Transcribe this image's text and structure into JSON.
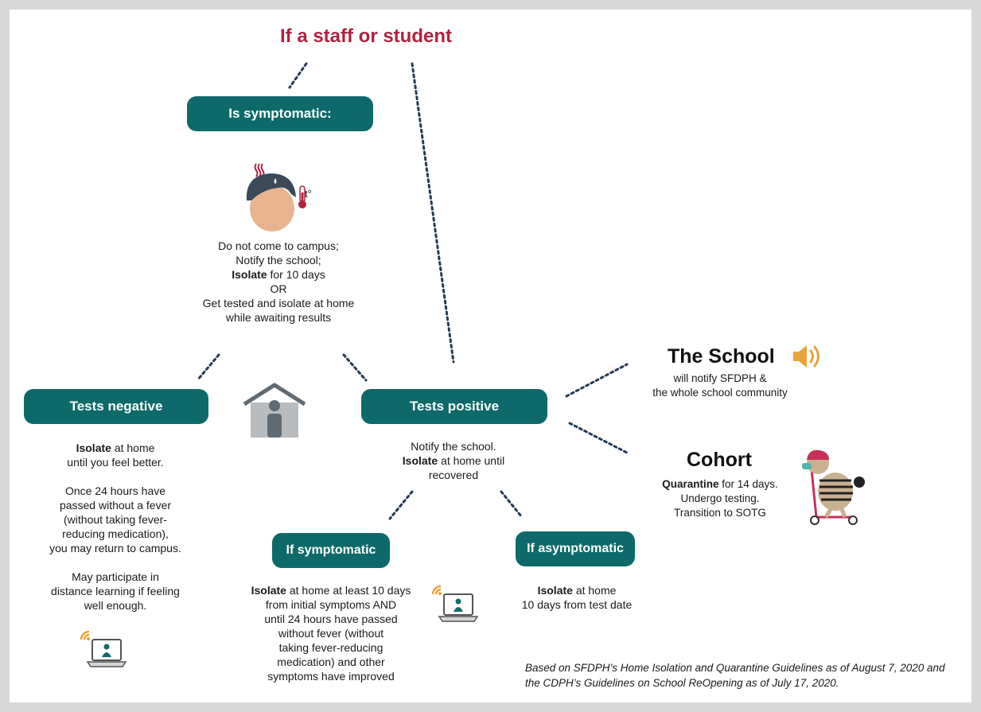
{
  "title": "If a staff or student",
  "symptomatic_box": {
    "label": "Is symptomatic:",
    "thermometer_label": "t°",
    "lines": [
      "Do not come to campus;",
      "Notify the school;"
    ],
    "isolate_bold": "Isolate",
    "isolate_rest": " for 10 days",
    "or": "OR",
    "lines2": [
      "Get tested and isolate at home",
      "while awaiting results"
    ]
  },
  "tests_negative": {
    "label": "Tests negative",
    "isolate_bold": "Isolate",
    "isolate_rest": " at home",
    "lines": [
      "until you feel better.",
      "",
      "Once 24 hours have",
      "passed without a fever",
      "(without taking fever-",
      "reducing medication),",
      "you may return  to campus.",
      "",
      "May participate in",
      "distance learning if feeling",
      "well enough."
    ]
  },
  "tests_positive": {
    "label": "Tests positive",
    "line1": "Notify the school.",
    "isolate_bold": "Isolate",
    "isolate_rest": " at home until",
    "line3": "recovered"
  },
  "if_symptomatic": {
    "label": "If symptomatic",
    "isolate_bold": "Isolate",
    "isolate_rest": " at home at least 10 days",
    "lines": [
      "from initial symptoms AND",
      "until 24 hours have passed",
      "without fever (without",
      "taking fever-reducing",
      "medication) and other",
      "symptoms have improved"
    ]
  },
  "if_asymptomatic": {
    "label": "If asymptomatic",
    "isolate_bold": "Isolate",
    "isolate_rest": " at home",
    "line2": "10 days from test date"
  },
  "the_school": {
    "heading": "The School",
    "lines": [
      "will notify SFDPH &",
      "the whole school community"
    ]
  },
  "cohort": {
    "heading": "Cohort",
    "quarantine_bold": "Quarantine",
    "quarantine_rest": " for 14 days.",
    "lines": [
      "Undergo testing.",
      "Transition to SOTG"
    ]
  },
  "source_note": [
    "Based on SFDPH’s Home Isolation and Quarantine Guidelines as of August 7, 2020 and",
    "the CDPH’s Guidelines on School ReOpening as of July 17, 2020."
  ],
  "colors": {
    "teal": "#0e6a6a",
    "title_red": "#b0233f",
    "orange": "#e8a33c",
    "dots": "#253a52"
  },
  "icons": [
    "sick-person-icon",
    "thermometer-icon",
    "house-person-icon",
    "laptop-wifi-icon",
    "speaker-icon",
    "scooter-cat-icon"
  ]
}
